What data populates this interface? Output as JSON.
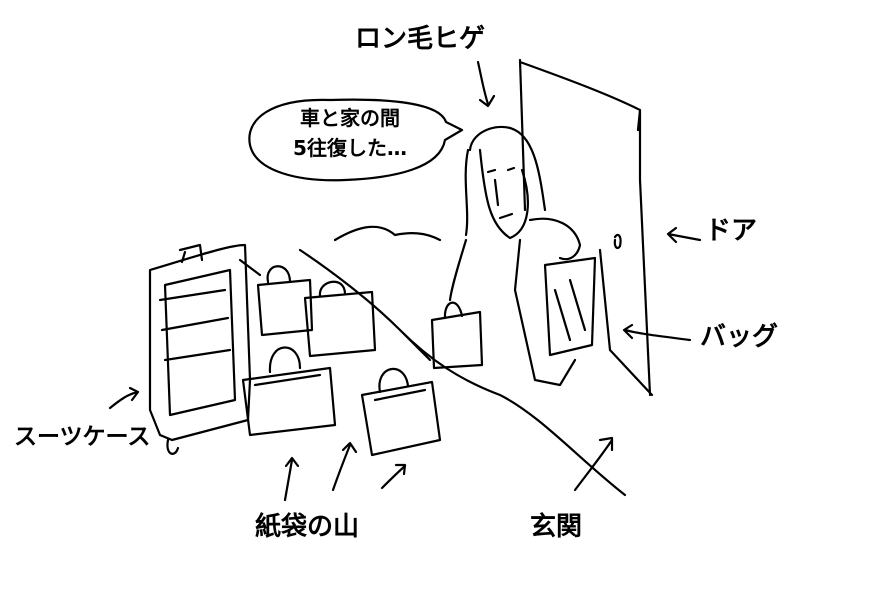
{
  "labels": {
    "person": "ロン毛ヒゲ",
    "speech_line1": "車と家の間",
    "speech_line2": "5往復した…",
    "door": "ドア",
    "bag": "バッグ",
    "suitcase": "スーツケース",
    "paper_bags": "紙袋の山",
    "entrance": "玄関"
  }
}
